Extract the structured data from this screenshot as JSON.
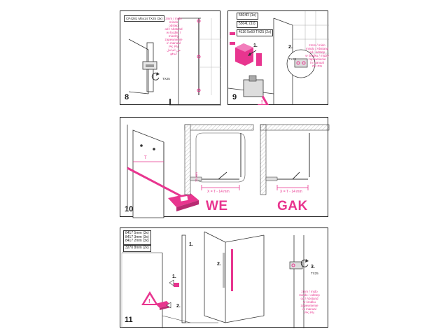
{
  "colors": {
    "accent": "#e8358f",
    "line": "#222222",
    "grey": "#9a9a9a"
  },
  "step8": {
    "number": "8",
    "part_label": "CP4281 M5x14 TX25 (3x)",
    "torx": "TX25",
    "lang_note": [
      "zmm / mido",
      "mindo",
      "odstep",
      "od / Abstand",
      "w środku /",
      "miedzy",
      "zapewnienie",
      "in manual",
      "PK PN"
    ],
    "arabic": "من الداخل\nاندفع"
  },
  "step9": {
    "number": "9",
    "parts": [
      "5504R (1x)",
      "5504L (1x)",
      "4116 5x60 TX25 (2x)"
    ],
    "step_label": "1.",
    "step2_label": "2.",
    "torx": "TX25",
    "lang_note": [
      "zmm / mido",
      "mindo / Abstand",
      "od / odstep",
      "w środku / midzy",
      "zapewnienie",
      "in manual",
      "PK PN"
    ]
  },
  "step10": {
    "number": "10",
    "measure_t": "T",
    "measure_15": "15 mm",
    "formula_we": "X = T - 14 mm",
    "formula_gak": "X = T - 14 mm",
    "label_we": "WE",
    "label_gak": "GAK"
  },
  "step11": {
    "number": "11",
    "parts": [
      "8417 5mm (3x)",
      "8417 3mm (3x)",
      "8417 2mm (3x)",
      "3270 8mm (2x)"
    ],
    "step1": "1.",
    "step2": "2.",
    "step1b": "1.",
    "step2b": "2.",
    "step3": "3.",
    "torx": "TX25",
    "lang_note": [
      "zmm / mido",
      "mindo / odstep",
      "od / Abstand",
      "w środku",
      "zapewnienie",
      "in manual",
      "PK PN"
    ]
  }
}
